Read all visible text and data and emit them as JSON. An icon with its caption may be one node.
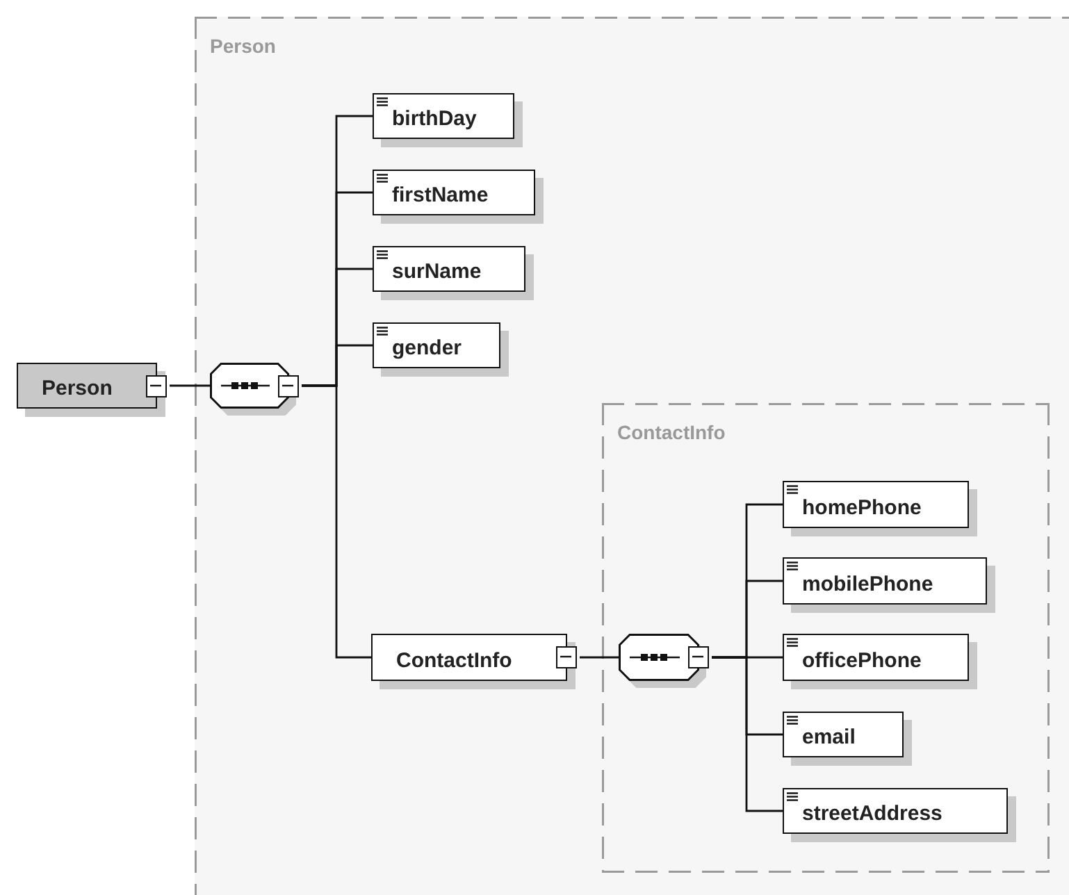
{
  "diagram": {
    "nodes": [
      {
        "text": [
          "Person"
        ]
      },
      {
        "text": [
          "Person"
        ]
      },
      {
        "text": [],
        "shape": "octagon",
        "in": 1
      },
      {
        "text": [
          "birthDay"
        ],
        "in": 1
      },
      {
        "text": [
          "firstName"
        ],
        "in": 1
      },
      {
        "text": [
          "surName"
        ],
        "in": 1
      },
      {
        "text": [
          "gender"
        ],
        "in": 1
      },
      {
        "text": [
          "ContactInfo"
        ],
        "in": 1
      },
      {
        "text": [
          "ContactInfo"
        ],
        "in": 1
      },
      {
        "text": [],
        "shape": "octagon",
        "in": 8
      },
      {
        "text": [
          "homePhone"
        ],
        "in": 8
      },
      {
        "text": [
          "mobilePhone"
        ],
        "in": 8
      },
      {
        "text": [
          "officePhone"
        ],
        "in": 8
      },
      {
        "text": [
          "email"
        ],
        "in": 8
      },
      {
        "text": [
          "streetAddress"
        ],
        "in": 8
      }
    ],
    "edges": [
      {
        "from": 0,
        "to": 2,
        "arrow": "none"
      },
      {
        "from": 2,
        "to": 3,
        "arrow": "none"
      },
      {
        "from": 2,
        "to": 4,
        "arrow": "none"
      },
      {
        "from": 2,
        "to": 5,
        "arrow": "none"
      },
      {
        "from": 2,
        "to": 6,
        "arrow": "none"
      },
      {
        "from": 2,
        "to": 7,
        "arrow": "none"
      },
      {
        "from": 7,
        "to": 9,
        "arrow": "none"
      },
      {
        "from": 9,
        "to": 10,
        "arrow": "none"
      },
      {
        "from": 9,
        "to": 11,
        "arrow": "none"
      },
      {
        "from": 9,
        "to": 12,
        "arrow": "none"
      },
      {
        "from": 9,
        "to": 13,
        "arrow": "none"
      },
      {
        "from": 9,
        "to": 14,
        "arrow": "none"
      }
    ]
  }
}
